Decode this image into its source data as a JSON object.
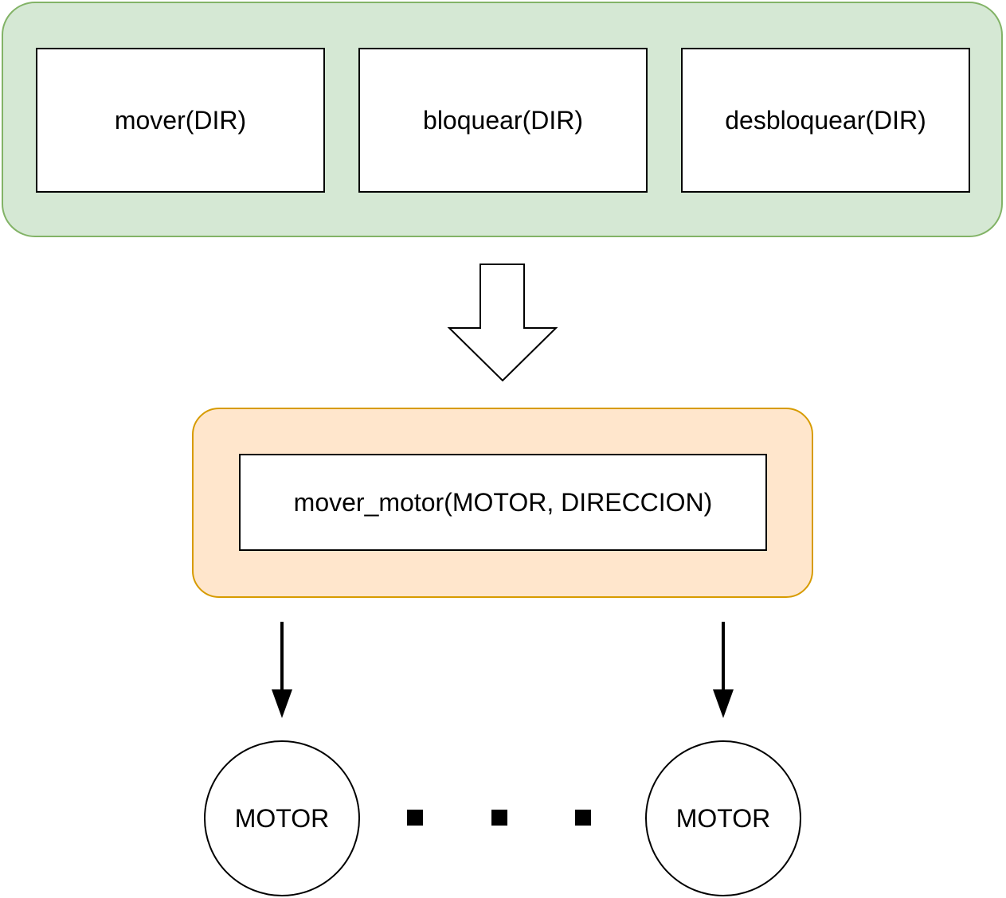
{
  "top_group": {
    "functions": [
      {
        "label": "mover(DIR)"
      },
      {
        "label": "bloquear(DIR)"
      },
      {
        "label": "desbloquear(DIR)"
      }
    ],
    "fill": "#d5e8d4",
    "stroke": "#82b366"
  },
  "middle_group": {
    "function_label": "mover_motor(MOTOR, DIRECCION)",
    "fill": "#ffe6cc",
    "stroke": "#d79b00"
  },
  "motors": [
    {
      "label": "MOTOR"
    },
    {
      "label": "MOTOR"
    }
  ]
}
